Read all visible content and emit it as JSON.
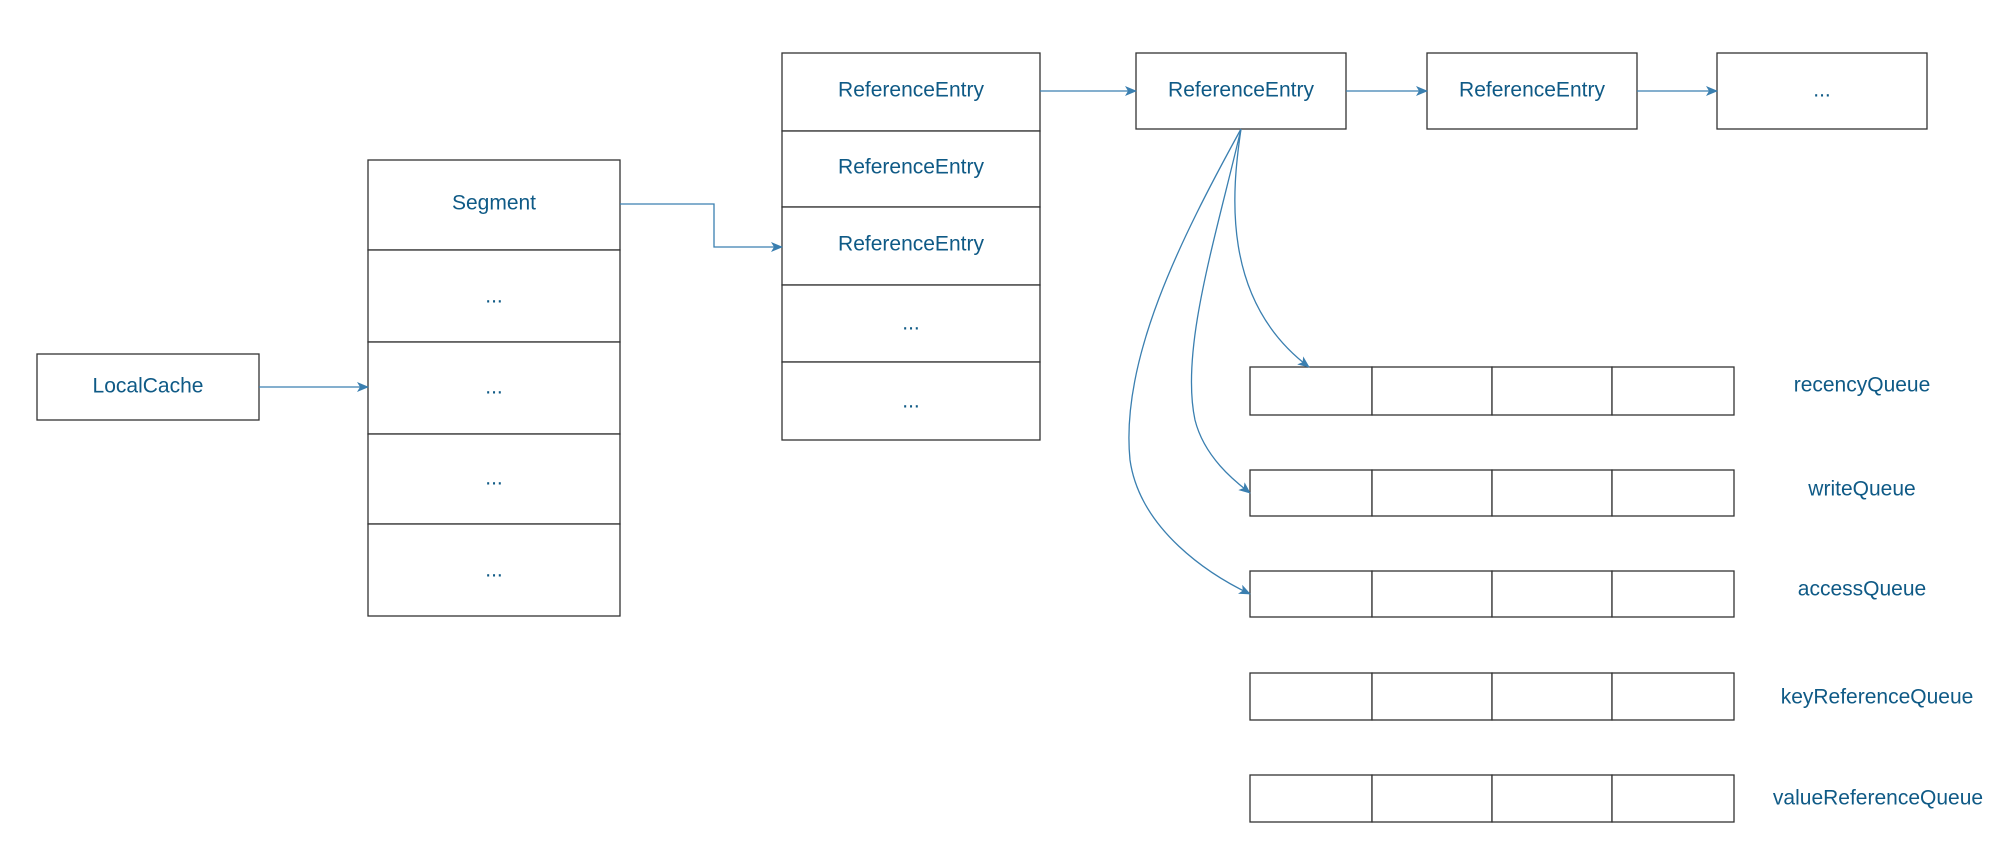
{
  "local_cache": {
    "label": "LocalCache"
  },
  "segments": [
    {
      "label": "Segment"
    },
    {
      "label": "..."
    },
    {
      "label": "..."
    },
    {
      "label": "..."
    },
    {
      "label": "..."
    }
  ],
  "entry_table": [
    {
      "label": "ReferenceEntry"
    },
    {
      "label": "ReferenceEntry"
    },
    {
      "label": "ReferenceEntry"
    },
    {
      "label": "..."
    },
    {
      "label": "..."
    }
  ],
  "entry_chain": [
    {
      "label": "ReferenceEntry"
    },
    {
      "label": "ReferenceEntry"
    },
    {
      "label": "..."
    }
  ],
  "queues": [
    {
      "label": "recencyQueue"
    },
    {
      "label": "writeQueue"
    },
    {
      "label": "accessQueue"
    },
    {
      "label": "keyReferenceQueue"
    },
    {
      "label": "valueReferenceQueue"
    }
  ],
  "colors": {
    "text": "#0f5a86",
    "edge": "#3a7fb0",
    "border": "#333333"
  }
}
